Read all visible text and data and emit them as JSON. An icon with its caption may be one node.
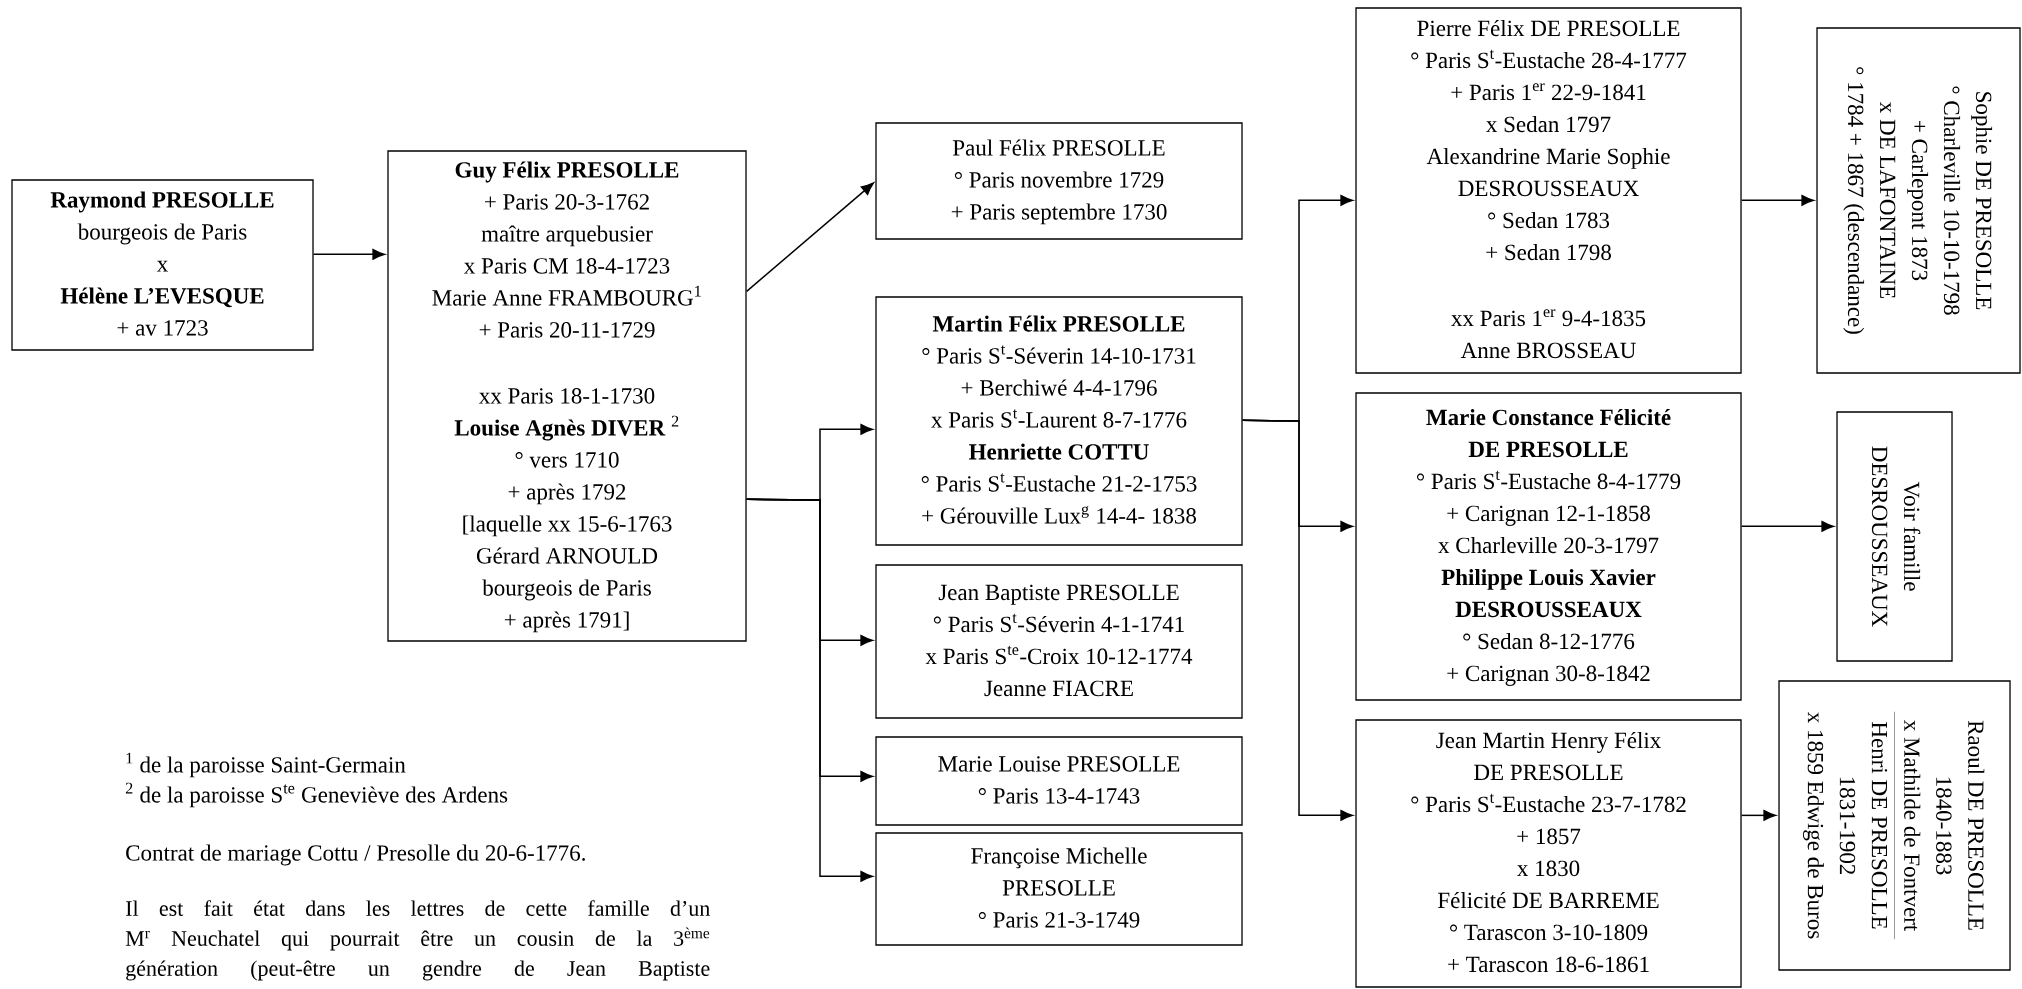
{
  "diagram": {
    "nodes": [
      {
        "text": [
          "**Raymond PRESOLLE**",
          "bourgeois de Paris",
          "x",
          "**Hélène L’EVESQUE**",
          "+ av 1723"
        ]
      },
      {
        "text": [
          "**Guy Félix PRESOLLE**",
          "+ Paris 20-3-1762",
          "maître arquebusier",
          "x Paris CM 18-4-1723",
          "Marie Anne FRAMBOURG$^{1}$",
          "+ Paris 20-11-1729",
          "xx Paris 18-1-1730",
          "**Louise Agnès DIVER** $^{2}$",
          "° vers 1710",
          "+ après 1792",
          "[laquelle xx 15-6-1763",
          "Gérard ARNOULD",
          "bourgeois de Paris",
          "+ après 1791]"
        ]
      },
      {
        "text": [
          "Paul Félix PRESOLLE",
          "° Paris novembre 1729",
          "+ Paris septembre 1730"
        ]
      },
      {
        "text": [
          "**Martin Félix PRESOLLE**",
          "° Paris S$^{t}$-Séverin 14-10-1731",
          "+ Berchiwé 4-4-1796",
          "x Paris S$^{t}$-Laurent 8-7-1776",
          "**Henriette COTTU**",
          "° Paris S$^{t}$-Eustache 21-2-1753",
          "+ Gérouville Lux$^{g}$ 14-4- 1838"
        ]
      },
      {
        "text": [
          "Jean Baptiste PRESOLLE",
          "° Paris S$^{t}$-Séverin 4-1-1741",
          "x Paris S$^{te}$-Croix 10-12-1774",
          "Jeanne FIACRE"
        ]
      },
      {
        "text": [
          "Marie Louise PRESOLLE",
          "° Paris 13-4-1743"
        ]
      },
      {
        "text": [
          "Françoise Michelle",
          "PRESOLLE",
          "° Paris 21-3-1749"
        ]
      },
      {
        "text": [
          "Pierre Félix DE PRESOLLE",
          "° Paris S$^{t}$-Eustache 28-4-1777",
          "+ Paris 1$^{er}$ 22-9-1841",
          "x Sedan 1797",
          "Alexandrine Marie Sophie",
          "DESROUSSEAUX",
          "° Sedan 1783",
          "+ Sedan 1798",
          "xx Paris 1$^{er}$ 9-4-1835",
          "Anne BROSSEAU"
        ]
      },
      {
        "text": [
          "**Marie Constance Félicité**",
          "**DE PRESOLLE**",
          "° Paris S$^{t}$-Eustache 8-4-1779",
          "+ Carignan 12-1-1858",
          "x Charleville 20-3-1797",
          "**Philippe Louis Xavier**",
          "**DESROUSSEAUX**",
          "° Sedan 8-12-1776",
          "+ Carignan 30-8-1842"
        ]
      },
      {
        "text": [
          "Jean Martin Henry Félix",
          "DE PRESOLLE",
          "° Paris S$^{t}$-Eustache 23-7-1782",
          "+ 1857",
          "x 1830",
          "Félicité DE BARREME",
          "° Tarascon 3-10-1809",
          "+ Tarascon 18-6-1861"
        ]
      },
      {
        "text": [
          "Sophie DE PRESOLLE",
          "° Charleville 10-10-1798",
          "+ Carlepont 1873",
          "x DE LAFONTAINE",
          "° 1784 + 1867 (descendance)"
        ]
      },
      {
        "text": [
          "Voir famille",
          "DESROUSSEAUX"
        ]
      },
      {
        "text": [
          "Raoul DE PRESOLLE",
          "1840-1883",
          "x Mathilde de Fontvert",
          "Henri DE PRESOLLE",
          "1831-1902",
          "x 1859 Edwige de Buros"
        ]
      }
    ],
    "edges": [
      {
        "from": 0,
        "to": 1,
        "arrow": "to"
      },
      {
        "from": 1,
        "to": 2,
        "arrow": "to"
      },
      {
        "from": 1,
        "to": 3,
        "arrow": "to"
      },
      {
        "from": 1,
        "to": 4,
        "arrow": "to"
      },
      {
        "from": 1,
        "to": 5,
        "arrow": "to"
      },
      {
        "from": 1,
        "to": 6,
        "arrow": "to"
      },
      {
        "from": 3,
        "to": 7,
        "arrow": "to"
      },
      {
        "from": 3,
        "to": 8,
        "arrow": "to"
      },
      {
        "from": 3,
        "to": 9,
        "arrow": "to"
      },
      {
        "from": 7,
        "to": 10,
        "arrow": "to"
      },
      {
        "from": 8,
        "to": 11,
        "arrow": "to"
      },
      {
        "from": 9,
        "to": 12,
        "arrow": "to"
      }
    ],
    "labels": [
      "$^{1}$ de la paroisse Saint-Germain",
      "$^{2}$ de la paroisse S$^{te}$ Geneviève des Ardens",
      "Contrat de mariage Cottu / Presolle du 20-6-1776.",
      "Il est fait état dans les lettres de cette famille d’un M$^{r}$ Neuchatel qui pourrait être un cousin de la 3$^{ème}$ génération (peut-être un gendre de Jean Baptiste"
    ]
  }
}
